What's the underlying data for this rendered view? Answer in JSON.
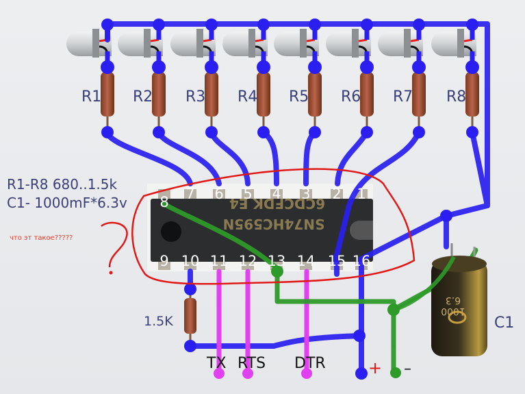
{
  "notes": {
    "resistors": "R1-R8 680..1.5k",
    "capacitor": "C1- 1000mF*6.3v",
    "question": "что эт такое?????",
    "question_mark": "?"
  },
  "chip": {
    "marking_line1": "SN74HC595N",
    "marking_line2": "6CDCFDK E4",
    "top_pins": [
      "8",
      "7",
      "6",
      "5",
      "4",
      "3",
      "2",
      "1"
    ],
    "bottom_pins": [
      "9",
      "10",
      "11",
      "12",
      "13",
      "14",
      "15",
      "16"
    ]
  },
  "resistor_labels": [
    "R1",
    "R2",
    "R3",
    "R4",
    "R5",
    "R6",
    "R7",
    "R8"
  ],
  "pullup_resistor": "1.5K",
  "capacitor_label": "C1",
  "capacitor_marking": [
    "1000",
    "6.3"
  ],
  "signals": {
    "tx": "TX",
    "rts": "RTS",
    "dtr": "DTR"
  },
  "power": {
    "plus": "+",
    "minus": "–"
  },
  "colors": {
    "wire_blue": "#2a1ff0",
    "wire_green": "#2e9a2a",
    "wire_magenta": "#e040f0",
    "annotation_red": "#e01818",
    "label_navy": "#3a3f78"
  }
}
